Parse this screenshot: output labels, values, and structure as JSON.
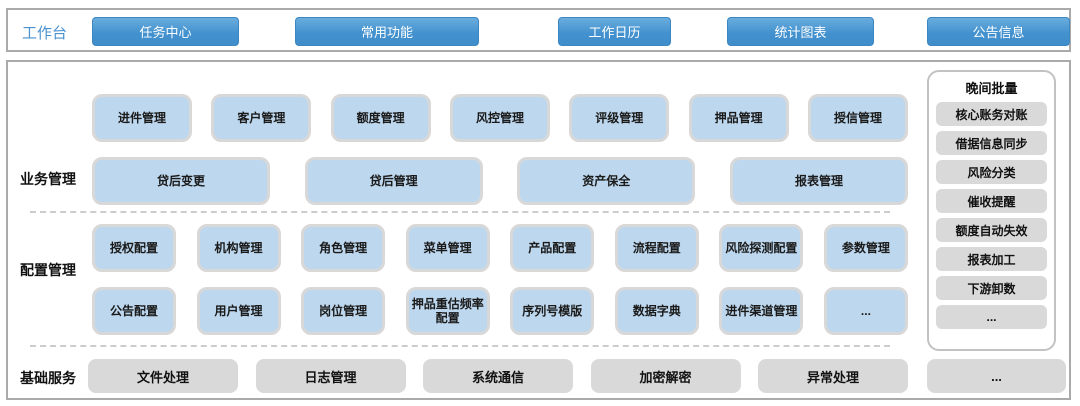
{
  "topbar": {
    "label": "工作台",
    "buttons": [
      "任务中心",
      "常用功能",
      "工作日历",
      "统计图表",
      "公告信息"
    ]
  },
  "business": {
    "label": "业务管理",
    "row1": [
      "进件管理",
      "客户管理",
      "额度管理",
      "风控管理",
      "评级管理",
      "押品管理",
      "授信管理"
    ],
    "row2": [
      "贷后变更",
      "贷后管理",
      "资产保全",
      "报表管理"
    ]
  },
  "config": {
    "label": "配置管理",
    "row1": [
      "授权配置",
      "机构管理",
      "角色管理",
      "菜单管理",
      "产品配置",
      "流程配置",
      "风险探测配置",
      "参数管理"
    ],
    "row2": [
      "公告配置",
      "用户管理",
      "岗位管理",
      "押品重估频率配置",
      "序列号模版",
      "数据字典",
      "进件渠道管理",
      "..."
    ]
  },
  "base": {
    "label": "基础服务",
    "items": [
      "文件处理",
      "日志管理",
      "系统通信",
      "加密解密",
      "异常处理",
      "..."
    ]
  },
  "batch": {
    "title": "晚间批量",
    "items": [
      "核心账务对账",
      "借据信息同步",
      "风险分类",
      "催收提醒",
      "额度自动失效",
      "报表加工",
      "下游卸数",
      "..."
    ]
  },
  "colors": {
    "accent_blue": "#4392cf",
    "light_blue_fill": "#bdd7ee",
    "box_border_gray": "#d8d8d8",
    "gray_fill": "#d9d9d9",
    "panel_border": "#aaaaaa"
  }
}
